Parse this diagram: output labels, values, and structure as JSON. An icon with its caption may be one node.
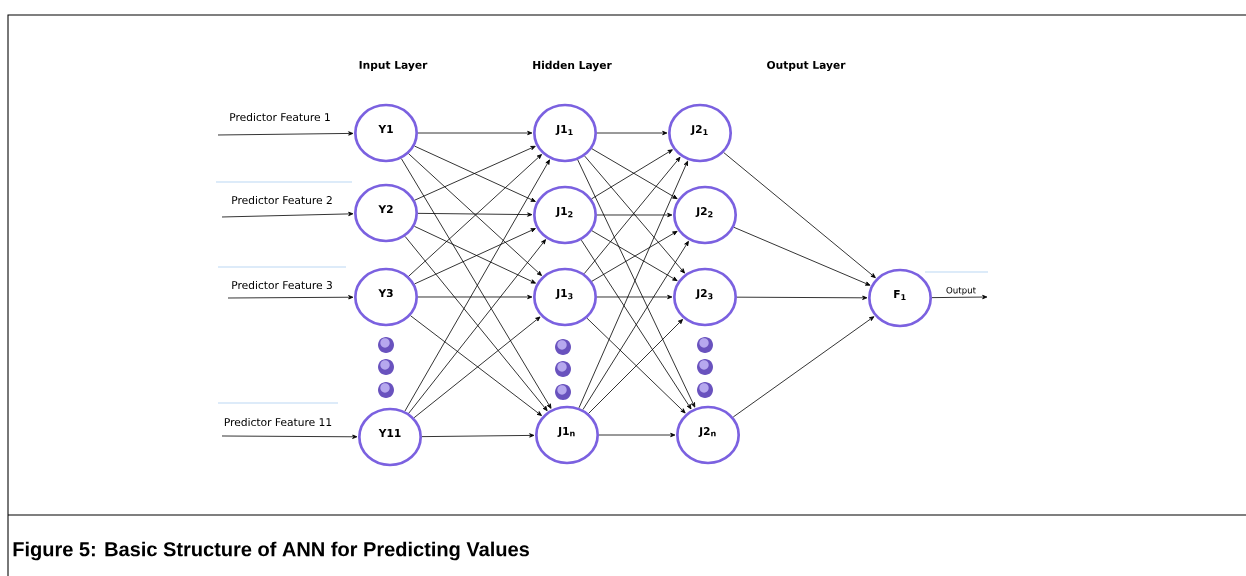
{
  "diagram": {
    "caption": "Figure 5: Basic Structure of ANN for Predicting Values",
    "nodes": [
      {
        "text": [
          "Y1"
        ]
      },
      {
        "text": [
          "Y2"
        ]
      },
      {
        "text": [
          "Y3"
        ]
      },
      {
        "text": [
          "Y11"
        ]
      },
      {
        "text": [
          "J1$_{1}$"
        ]
      },
      {
        "text": [
          "J1$_{2}$"
        ]
      },
      {
        "text": [
          "J1$_{3}$"
        ]
      },
      {
        "text": [
          "J1$_{n}$"
        ]
      },
      {
        "text": [
          "J2$_{1}$"
        ]
      },
      {
        "text": [
          "J2$_{2}$"
        ]
      },
      {
        "text": [
          "J2$_{3}$"
        ]
      },
      {
        "text": [
          "J2$_{n}$"
        ]
      },
      {
        "text": [
          "F$_{1}$"
        ]
      }
    ],
    "edges": [
      {
        "from": null,
        "to": 0,
        "arrow": "to",
        "label": "Predictor Feature 1"
      },
      {
        "from": null,
        "to": 1,
        "arrow": "to",
        "label": "Predictor Feature 2"
      },
      {
        "from": null,
        "to": 2,
        "arrow": "to",
        "label": "Predictor Feature 3"
      },
      {
        "from": null,
        "to": 3,
        "arrow": "to",
        "label": "Predictor Feature 11"
      },
      {
        "from": 0,
        "to": 4,
        "arrow": "to"
      },
      {
        "from": 0,
        "to": 5,
        "arrow": "to"
      },
      {
        "from": 0,
        "to": 6,
        "arrow": "to"
      },
      {
        "from": 0,
        "to": 7,
        "arrow": "to"
      },
      {
        "from": 1,
        "to": 4,
        "arrow": "to"
      },
      {
        "from": 1,
        "to": 5,
        "arrow": "to"
      },
      {
        "from": 1,
        "to": 6,
        "arrow": "to"
      },
      {
        "from": 1,
        "to": 7,
        "arrow": "to"
      },
      {
        "from": 2,
        "to": 4,
        "arrow": "to"
      },
      {
        "from": 2,
        "to": 5,
        "arrow": "to"
      },
      {
        "from": 2,
        "to": 6,
        "arrow": "to"
      },
      {
        "from": 2,
        "to": 7,
        "arrow": "to"
      },
      {
        "from": 3,
        "to": 4,
        "arrow": "to"
      },
      {
        "from": 3,
        "to": 5,
        "arrow": "to"
      },
      {
        "from": 3,
        "to": 6,
        "arrow": "to"
      },
      {
        "from": 3,
        "to": 7,
        "arrow": "to"
      },
      {
        "from": 4,
        "to": 8,
        "arrow": "to"
      },
      {
        "from": 4,
        "to": 9,
        "arrow": "to"
      },
      {
        "from": 4,
        "to": 10,
        "arrow": "to"
      },
      {
        "from": 4,
        "to": 11,
        "arrow": "to"
      },
      {
        "from": 5,
        "to": 8,
        "arrow": "to"
      },
      {
        "from": 5,
        "to": 9,
        "arrow": "to"
      },
      {
        "from": 5,
        "to": 10,
        "arrow": "to"
      },
      {
        "from": 5,
        "to": 11,
        "arrow": "to"
      },
      {
        "from": 6,
        "to": 8,
        "arrow": "to"
      },
      {
        "from": 6,
        "to": 9,
        "arrow": "to"
      },
      {
        "from": 6,
        "to": 10,
        "arrow": "to"
      },
      {
        "from": 6,
        "to": 11,
        "arrow": "to"
      },
      {
        "from": 7,
        "to": 8,
        "arrow": "to"
      },
      {
        "from": 7,
        "to": 9,
        "arrow": "to"
      },
      {
        "from": 7,
        "to": 10,
        "arrow": "to"
      },
      {
        "from": 7,
        "to": 11,
        "arrow": "to"
      },
      {
        "from": 8,
        "to": 12,
        "arrow": "to"
      },
      {
        "from": 9,
        "to": 12,
        "arrow": "to"
      },
      {
        "from": 10,
        "to": 12,
        "arrow": "to"
      },
      {
        "from": 11,
        "to": 12,
        "arrow": "to"
      },
      {
        "from": 12,
        "to": null,
        "arrow": "to",
        "label": "Output"
      }
    ],
    "labels": [
      "Input Layer",
      "Hidden Layer",
      "Output Layer"
    ]
  }
}
